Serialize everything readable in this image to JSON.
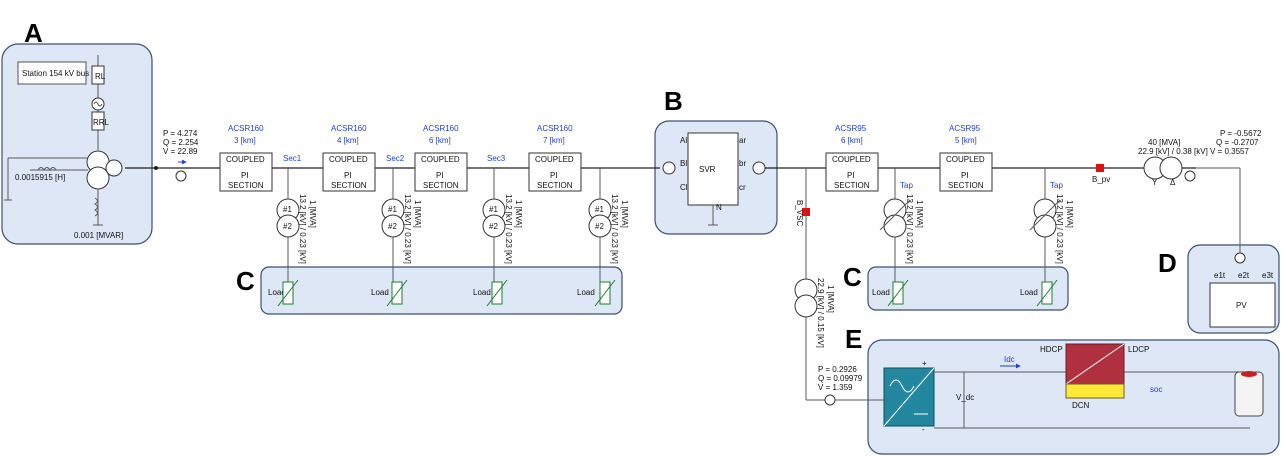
{
  "regions": {
    "A": "A",
    "B": "B",
    "C": "C",
    "D": "D",
    "E": "E"
  },
  "station": {
    "label": "Station 154 kV bus",
    "rl": "RL",
    "rrl": "RRL",
    "inductance": "0.0015915 [H]",
    "capacitor": "0.001 [MVAR]"
  },
  "source_meter": {
    "p": "P = 4.274",
    "q": "Q = 2.254",
    "v": "V = 22.89"
  },
  "lines": [
    {
      "type": "ACSR160",
      "length": "3 [km]"
    },
    {
      "type": "ACSR160",
      "length": "4 [km]"
    },
    {
      "type": "ACSR160",
      "length": "6 [km]"
    },
    {
      "type": "ACSR160",
      "length": "7 [km]"
    },
    {
      "type": "ACSR95",
      "length": "6 [km]"
    },
    {
      "type": "ACSR95",
      "length": "5 [km]"
    }
  ],
  "coupled_section": {
    "line1": "COUPLED",
    "line2": "PI",
    "line3": "SECTION"
  },
  "sections": [
    "Sec1",
    "Sec2",
    "Sec3"
  ],
  "tap_label": "Tap",
  "tx_load": {
    "rating": "1 [MVA]",
    "voltage": "13.2 [kV] / 0.23 [kV]",
    "w1": "#1",
    "w2": "#2"
  },
  "load_label": "Load",
  "svr": {
    "label": "SVR",
    "ports_in": [
      "Al",
      "Bl",
      "Cl"
    ],
    "ports_out": [
      "ar",
      "br",
      "cr"
    ],
    "neutral": "N"
  },
  "b_vsc": "B_VSC",
  "b_pv": "B_pv",
  "pv_tx": {
    "rating": "40 [MVA]",
    "voltage": "22.9 [kV] / 0.38 [kV]",
    "wye": "Y",
    "delta": "Δ"
  },
  "pv_meter": {
    "p": "P = -0.5672",
    "q": "Q = -0.2707",
    "v": "V = 0.3557"
  },
  "pv": {
    "label": "PV",
    "terminals": [
      "e1t",
      "e2t",
      "e3t"
    ]
  },
  "vsc_tx": {
    "rating": "1 [MVA]",
    "voltage": "22.9 [kV] / 0.15 [kV]"
  },
  "vsc_meter": {
    "p": "P = 0.2926",
    "q": "Q = 0.09979",
    "v": "V = 1.359"
  },
  "dc": {
    "idc": "Idc",
    "vdc": "V_dc",
    "hdcp": "HDCP",
    "ldcp": "LDCP",
    "dcn": "DCN",
    "soc": "soc",
    "plus": "+",
    "minus": "-"
  }
}
